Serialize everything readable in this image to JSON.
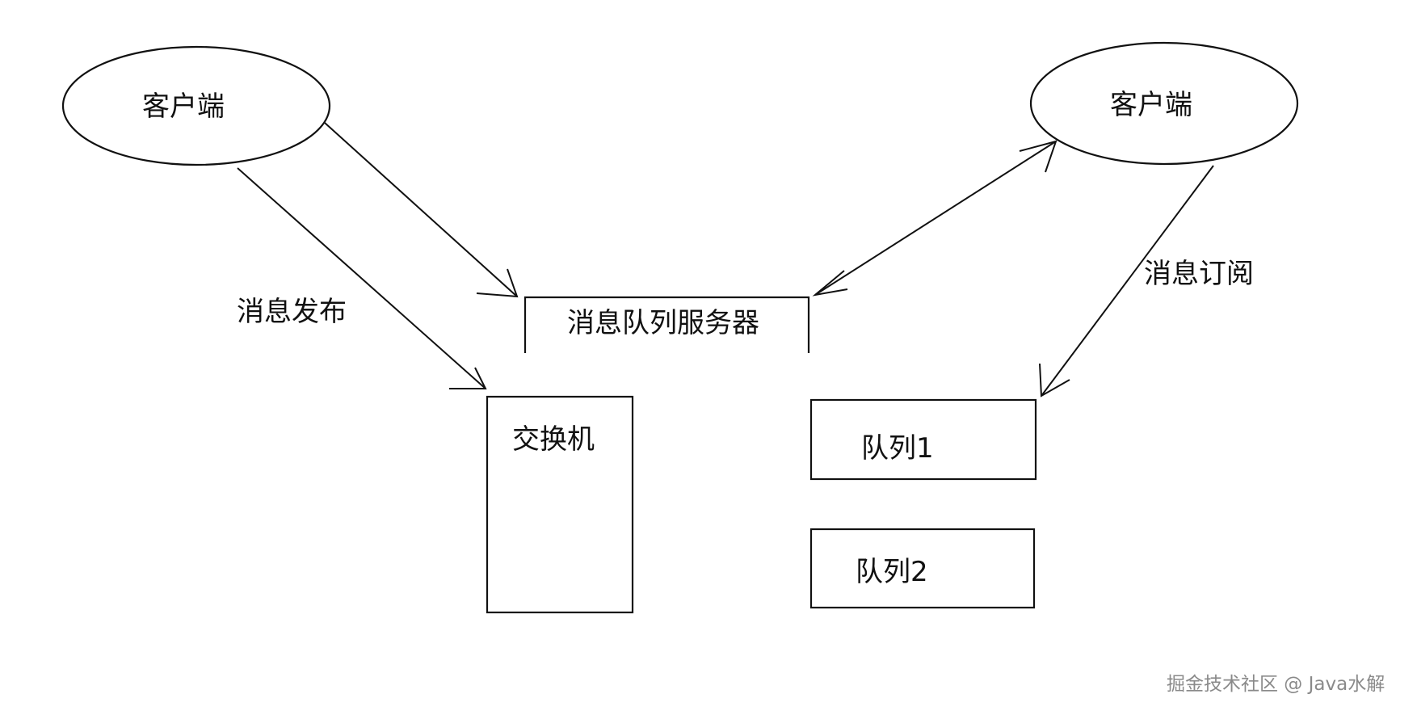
{
  "nodes": {
    "client_left": {
      "label": "客户端"
    },
    "client_right": {
      "label": "客户端"
    },
    "server": {
      "label": "消息队列服务器"
    },
    "exchange": {
      "label": "交换机"
    },
    "queue1": {
      "label": "队列1"
    },
    "queue2": {
      "label": "队列2"
    }
  },
  "edges": {
    "publish": {
      "label": "消息发布"
    },
    "subscribe": {
      "label": "消息订阅"
    }
  },
  "watermark": {
    "text": "掘金技术社区 @ Java水解"
  },
  "colors": {
    "stroke": "#111111",
    "background": "#ffffff",
    "watermark": "#8a8a8a"
  }
}
